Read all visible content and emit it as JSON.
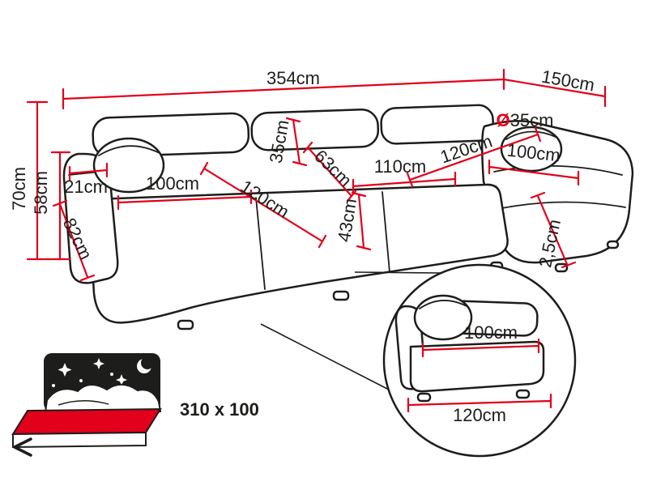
{
  "diagram": {
    "type": "corner-sofa-dimension-diagram",
    "unit": "cm",
    "colors": {
      "dimension_red": "#e2001a",
      "outline_black": "#1d1d1b"
    }
  },
  "dimensions": {
    "total_width": "354cm",
    "total_depth": "150cm",
    "total_height": "70cm",
    "armrest_height": "58cm",
    "armrest_width": "21cm",
    "armrest_depth": "82cm",
    "left_seat_width": "100cm",
    "seat_diagonal_depth": "120cm",
    "backrest_height": "35cm",
    "backrest_depth": "63cm",
    "middle_seat_width": "110cm",
    "seat_height": "43cm",
    "pillow_diameter_symbol": "Ø",
    "pillow_diameter_value": "35cm",
    "chaise_diagonal": "120cm",
    "chaise_width": "100cm",
    "leg_height": "2,5cm"
  },
  "sleeping_function": {
    "size_label": "310 x 100"
  },
  "detail_view": {
    "seat_width": "100cm",
    "overall_width": "120cm"
  }
}
